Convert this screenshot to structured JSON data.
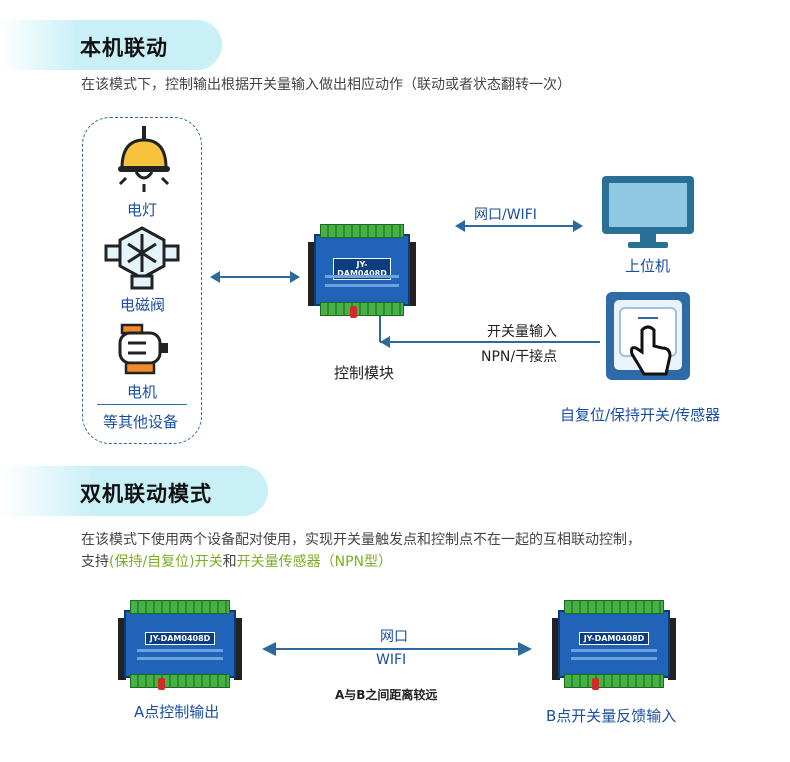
{
  "section1": {
    "title": "本机联动",
    "desc": "在该模式下，控制输出根据开关量输入做出相应动作（联动或者状态翻转一次）",
    "devices": [
      "电灯",
      "电磁阀",
      "电机"
    ],
    "devices_more": "等其他设备",
    "module_model": "JY-DAM0408D",
    "module_label": "控制模块",
    "link_pc": "网口/WIFI",
    "pc_label": "上位机",
    "input_label_1": "开关量输入",
    "input_label_2": "NPN/干接点",
    "switch_label": "自复位/保持开关/传感器"
  },
  "section2": {
    "title": "双机联动模式",
    "desc_line1": "在该模式下使用两个设备配对使用，实现开关量触发点和控制点不在一起的互相联动控制，",
    "desc_line2_a": "支持",
    "desc_line2_b": "(保持/自复位)开关",
    "desc_line2_c": "和",
    "desc_line2_d": "开关量传感器（NPN型）",
    "link_top": "网口",
    "link_bottom": "WIFI",
    "distance_note": "A与B之间距离较远",
    "module_model": "JY-DAM0408D",
    "point_a": "A点控制输出",
    "point_b": "B点开关量反馈输入"
  },
  "colors": {
    "accent_cyan": "#c9f0f6",
    "arrow": "#2b6a9a",
    "label_blue": "#1a4fa0",
    "highlight_green": "#7cae25"
  }
}
